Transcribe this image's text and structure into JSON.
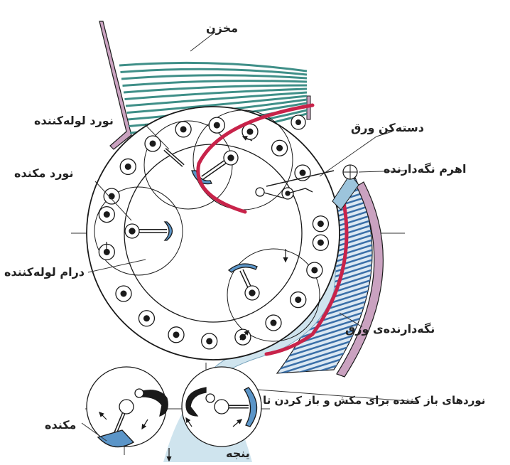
{
  "labels": {
    "magazine": "مخزن",
    "coiling_roller": "نورد لوله‌کننده",
    "suction_roller": "نورد مکنده",
    "coiling_drum": "درام لوله‌کننده",
    "sheet_separator": "دسته‌کن ورق",
    "holding_lever": "اهرم نگه‌دارنده",
    "sheet_holder": "نگه‌دارنده‌ی ورق",
    "unfolding_rollers": "نوردهای باز کننده برای مکش و باز کردن تا",
    "suction": "مکنده",
    "clamp": "ینجه"
  },
  "colors": {
    "outline": "#1a1a1a",
    "magazine_stripes": "#3f8f88",
    "holder_blue": "#3a6fa8",
    "cup_blue": "#5b95c8",
    "red_path": "#c8234a",
    "pink_frame": "#caa2c0",
    "light_path": "#cfe4ee"
  }
}
